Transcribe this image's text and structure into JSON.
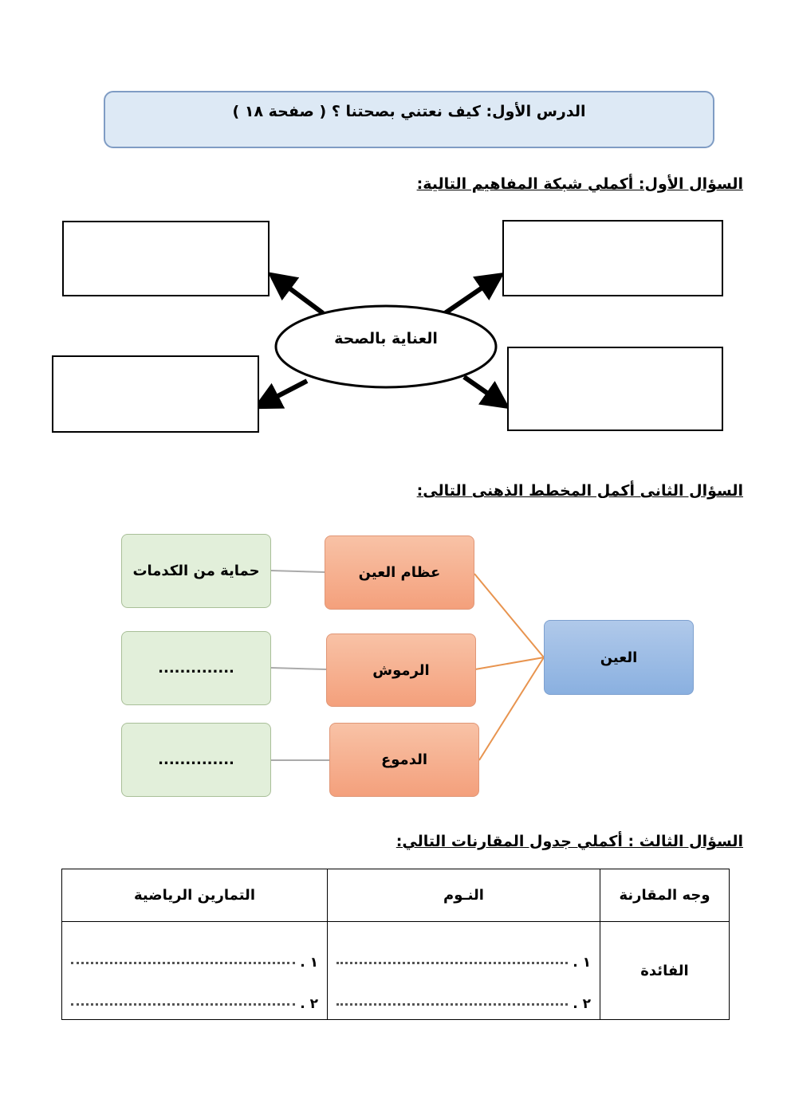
{
  "title": "الدرس الأول:  كيف نعتني بصحتنا ؟ ( صفحة  ١٨ )",
  "q1": {
    "heading": "السؤال الأول: أكملي شبكة المفاهيم التالية:",
    "center": "العناية بالصحة"
  },
  "q2": {
    "heading": "السؤال الثانى أكمل المخطط الذهنى التالى:",
    "root": "العين",
    "parts": [
      "عظام العين",
      "الرموش",
      "الدموع"
    ],
    "functions": [
      "حماية من الكدمات",
      "..............",
      ".............."
    ]
  },
  "q3": {
    "heading": "السؤال الثالث : أكملي جدول المقارنات التالي:",
    "headers": [
      "وجه المقارنة",
      "النـوم",
      "التمارين الرياضية"
    ],
    "row_label": "الفائدة",
    "n1": "١ .",
    "n2": "٢ ."
  }
}
